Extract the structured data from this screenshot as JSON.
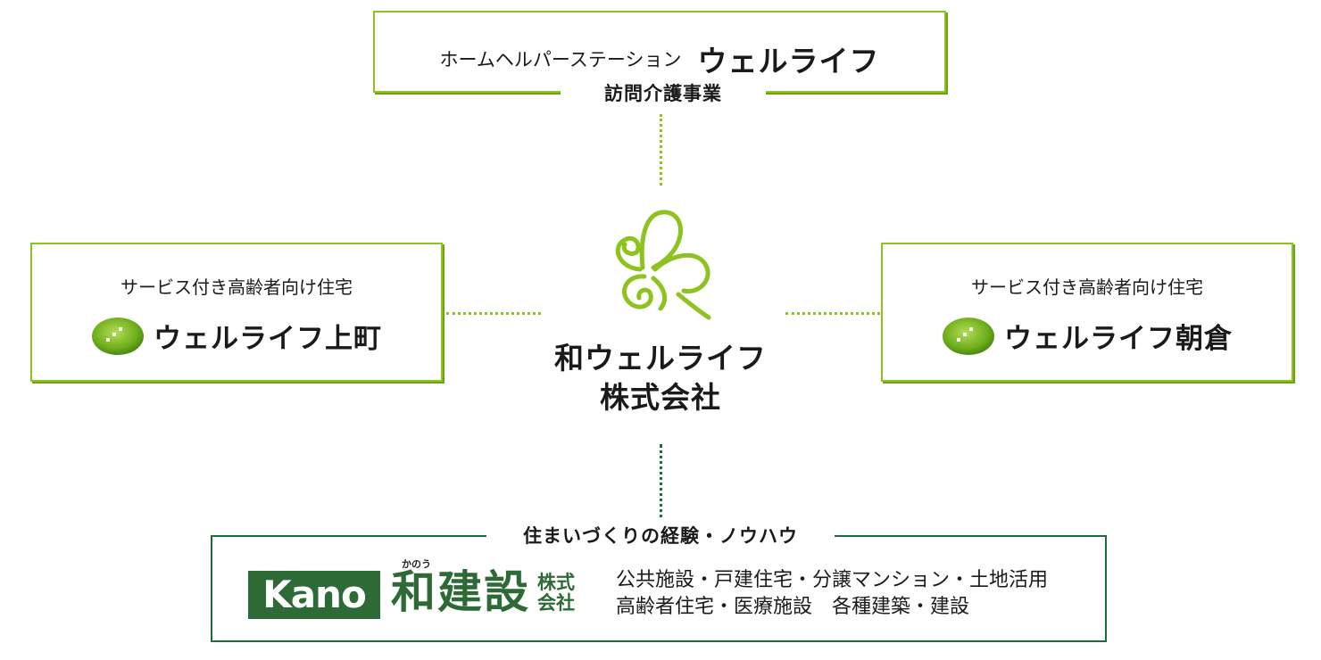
{
  "top": {
    "small": "ホームヘルパーステーション",
    "big": "ウェルライフ",
    "label": "訪問介護事業"
  },
  "left": {
    "sub": "サービス付き高齢者向け住宅",
    "name": "ウェルライフ上町"
  },
  "right": {
    "sub": "サービス付き高齢者向け住宅",
    "name": "ウェルライフ朝倉"
  },
  "center": {
    "title_line1": "和ウェルライフ",
    "title_line2": "株式会社"
  },
  "bottom": {
    "label": "住まいづくりの経験・ノウハウ",
    "logo_text": "Kano",
    "furigana": "かのう",
    "kanji": "和建設",
    "suffix": "株式会社",
    "desc_line1": "公共施設・戸建住宅・分譲マンション・土地活用",
    "desc_line2": "高齢者住宅・医療施設　各種建築・建設"
  },
  "colors": {
    "light_green": "#8dc21f",
    "dark_green": "#1e6b3c",
    "logo_green": "#2d6a36"
  }
}
